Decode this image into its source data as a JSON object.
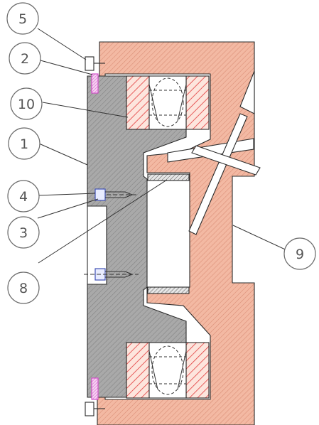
{
  "callouts": [
    {
      "id": "callout-5",
      "label": "5"
    },
    {
      "id": "callout-2",
      "label": "2"
    },
    {
      "id": "callout-10",
      "label": "10"
    },
    {
      "id": "callout-1",
      "label": "1"
    },
    {
      "id": "callout-4",
      "label": "4"
    },
    {
      "id": "callout-3",
      "label": "3"
    },
    {
      "id": "callout-8",
      "label": "8"
    },
    {
      "id": "callout-9",
      "label": "9"
    }
  ],
  "colors": {
    "housing_fill": "#f3b9a3",
    "housing_hatch": "#d98c74",
    "shaft_fill": "#a9a9a9",
    "shaft_hatch": "#7d7d7d",
    "bearing_fill": "#fde5dd",
    "bearing_hatch": "#e23a3a",
    "seal_color": "#d24fc9",
    "screw_color": "#3f51b5",
    "sleeve_fill": "#c9c9c9"
  }
}
